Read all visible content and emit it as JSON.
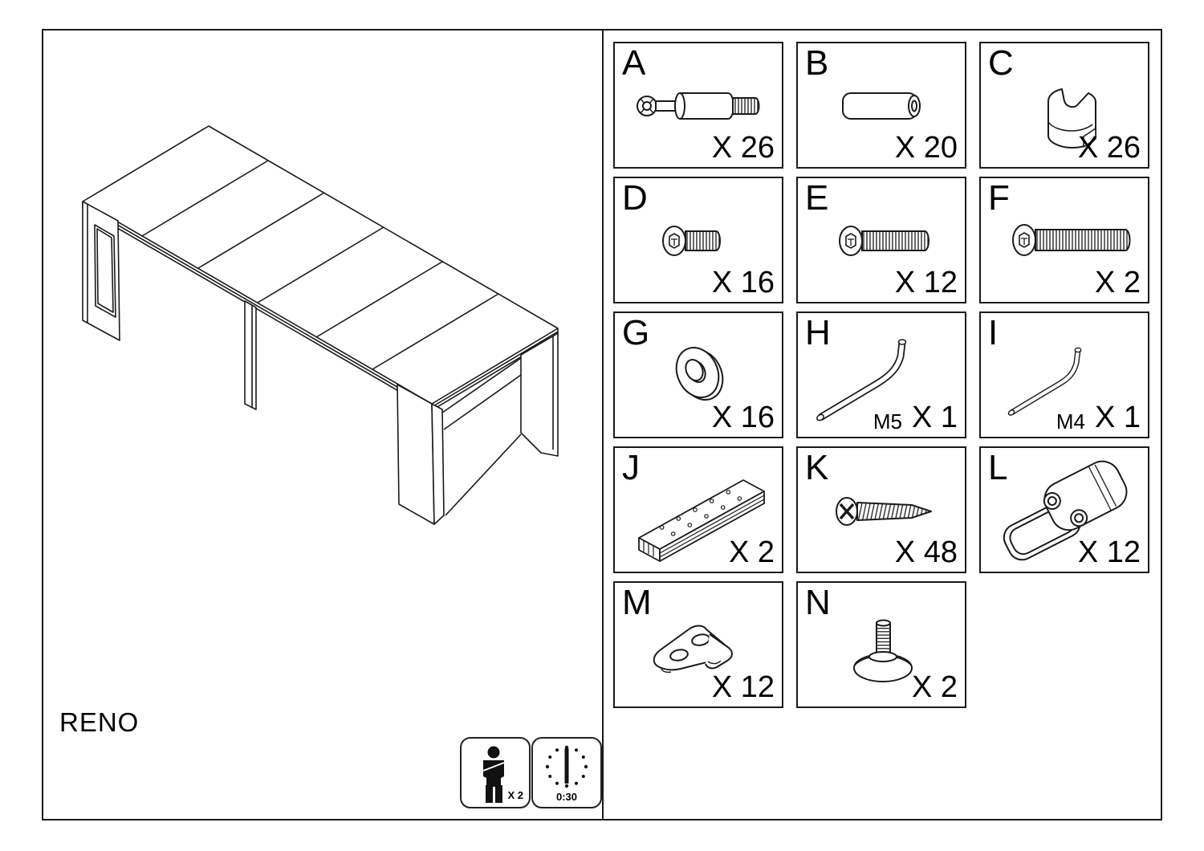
{
  "page": {
    "product_name": "RENO"
  },
  "footer": {
    "people_count": "X 2",
    "assembly_time": "0:30",
    "people_icon": "person-icon",
    "time_icon": "clock-icon"
  },
  "drawing": {
    "description_icon": "extendable-console-table-isometric"
  },
  "parts": [
    {
      "id": "A",
      "qty": "X 26",
      "icon": "cam-bolt-icon"
    },
    {
      "id": "B",
      "qty": "X 20",
      "icon": "wooden-dowel-icon"
    },
    {
      "id": "C",
      "qty": "X 26",
      "icon": "cam-lock-icon"
    },
    {
      "id": "D",
      "qty": "X 16",
      "icon": "short-hex-bolt-icon"
    },
    {
      "id": "E",
      "qty": "X 12",
      "icon": "medium-hex-bolt-icon"
    },
    {
      "id": "F",
      "qty": "X 2",
      "icon": "long-hex-bolt-icon"
    },
    {
      "id": "G",
      "qty": "X 16",
      "icon": "washer-icon"
    },
    {
      "id": "H",
      "qty": "X 1",
      "size_label": "M5",
      "icon": "allen-key-large-icon"
    },
    {
      "id": "I",
      "qty": "X 1",
      "size_label": "M4",
      "icon": "allen-key-small-icon"
    },
    {
      "id": "J",
      "qty": "X 2",
      "icon": "slide-rail-icon"
    },
    {
      "id": "K",
      "qty": "X 48",
      "icon": "wood-screw-icon"
    },
    {
      "id": "L",
      "qty": "X 12",
      "icon": "toggle-latch-icon"
    },
    {
      "id": "M",
      "qty": "X 12",
      "icon": "bracket-plate-icon"
    },
    {
      "id": "N",
      "qty": "X 2",
      "icon": "adjustable-foot-icon"
    }
  ],
  "colors": {
    "line": "#1a1a1a",
    "background": "#ffffff"
  }
}
